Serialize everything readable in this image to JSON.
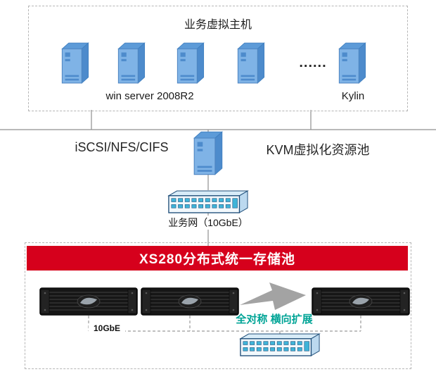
{
  "colors": {
    "banner_bg": "#d6001c",
    "banner_text": "#ffffff",
    "scale_text": "#00a496",
    "connector": "#8f8f8f",
    "server_blue": "#7fb3e6",
    "switch_port": "#3fb4d8"
  },
  "top_group": {
    "title": "业务虚拟主机",
    "dots": "......",
    "os_label": "win server 2008R2",
    "kylin_label": "Kylin"
  },
  "middle": {
    "protocols": "iSCSI/NFS/CIFS",
    "kvm_pool": "KVM虚拟化资源池",
    "switch_label": "业务网（10GbE）"
  },
  "storage": {
    "banner": "XS280分布式统一存储池",
    "scale_label": "全对称 横向扩展",
    "link_label": "10GbE"
  }
}
